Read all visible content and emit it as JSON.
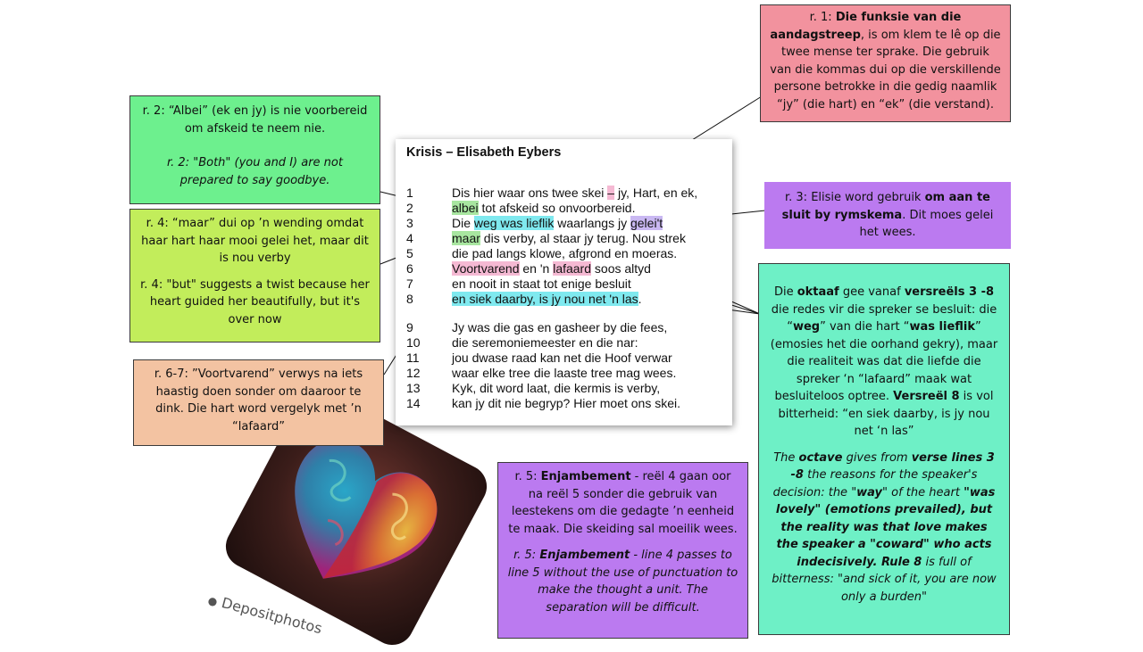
{
  "poem": {
    "title": "Krisis – Elisabeth Eybers",
    "lines": [
      {
        "num": "1",
        "a": "Dis hier waar ons twee skei ",
        "hl": "–",
        "b": " jy, Hart, en ek,"
      },
      {
        "num": "2",
        "a": "",
        "hl": "albei",
        "b": " tot afskeid so onvoorbereid."
      },
      {
        "num": "3",
        "a": "Die ",
        "hl": "weg was lieflik",
        "b": " waarlangs jy ",
        "hl2": "gelei't"
      },
      {
        "num": "4",
        "a": "",
        "hl": "maar",
        "b": " dis verby, al staar jy terug. Nou strek"
      },
      {
        "num": "5",
        "a": "die pad langs klowe, afgrond en moeras.",
        "hl": "",
        "b": ""
      },
      {
        "num": "6",
        "a": "",
        "hl": "Voortvarend",
        "b": " en 'n ",
        "hl2": "lafaard",
        "c": " soos altyd"
      },
      {
        "num": "7",
        "a": "en nooit in staat tot enige besluit",
        "hl": "",
        "b": ""
      },
      {
        "num": "8",
        "a": "",
        "hl": "en siek daarby, is jy nou net 'n las",
        "b": "."
      },
      {
        "num": "9",
        "a": "Jy was die gas en gasheer by die fees,",
        "hl": "",
        "b": ""
      },
      {
        "num": "10",
        "a": "die seremoniemeester en die nar:",
        "hl": "",
        "b": ""
      },
      {
        "num": "11",
        "a": "jou dwase raad kan net die Hoof verwar",
        "hl": "",
        "b": ""
      },
      {
        "num": "12",
        "a": "waar elke tree die laaste tree mag wees.",
        "hl": "",
        "b": ""
      },
      {
        "num": "13",
        "a": "Kyk, dit word laat, die kermis is verby,",
        "hl": "",
        "b": ""
      },
      {
        "num": "14",
        "a": "kan jy dit nie begryp? Hier moet ons skei.",
        "hl": "",
        "b": ""
      }
    ]
  },
  "notes": {
    "pink": {
      "prefix": "r. 1: ",
      "bold": "Die funksie van die aandagstreep",
      "rest": ", is om klem te lê op die twee mense ter sprake. Die gebruik van die kommas dui op die verskillende persone betrokke in die gedig naamlik “jy” (die hart) en “ek” (die verstand)."
    },
    "green1": {
      "af": "r. 2: “Albei” (ek en jy) is nie voorbereid om afskeid te neem nie.",
      "en": "r. 2: \"Both\" (you and I) are not prepared to say goodbye."
    },
    "purple3": {
      "prefix": "r. 3: Elisie word gebruik ",
      "bold": "om aan te sluit by rymskema",
      "rest": ". Dit moes gelei het wees."
    },
    "lime": {
      "af": "r. 4: “maar” dui op ’n wending omdat haar hart haar mooi gelei het, maar dit is nou verby",
      "en": "r. 4: \"but\" suggests a twist because her heart guided her beautifully, but it's over now"
    },
    "orange": {
      "text": "r. 6-7: ”Voortvarend” verwys na iets haastig doen sonder om daaroor te dink. Die hart word vergelyk met ’n “lafaard”"
    },
    "teal": {
      "af1": "Die ",
      "af_oktaaf": "oktaaf",
      "af2": " gee vanaf ",
      "af_vr": "versreëls 3 -8",
      "af3": " die redes vir die spreker se besluit: die “",
      "af_weg": "weg",
      "af4": "” van die hart “",
      "af_lieflik": "was lieflik",
      "af5": "” (emosies het die oorhand gekry), maar die realiteit was dat die liefde die spreker ‘n “lafaard” maak wat besluiteloos optree. ",
      "af_v8": "Versreël 8",
      "af6": " is vol bitterheid: “en siek daarby, is jy nou net ‘n las”",
      "en1": "The ",
      "en_octave": "octave",
      "en2": " gives from ",
      "en_vl": "verse lines 3 -8",
      "en3": " the reasons for the speaker's decision: the \"",
      "en_way": "way",
      "en4": "\" of the heart ",
      "en_bold": "\"was lovely\" (emotions prevailed), but the reality was that love makes the speaker a \"coward\" who acts indecisively. Rule 8",
      "en5": " is full of bitterness: \"and sick of it, you are now only a burden\""
    },
    "purple5": {
      "af_prefix": "r. 5: ",
      "af_bold": "Enjambement",
      "af_rest": " - reël 4 gaan oor na reël 5 sonder die gebruik van leestekens om die gedagte ’n eenheid te maak. Die skeiding sal moeilik wees.",
      "en_prefix": "r. 5: ",
      "en_bold": "Enjambement",
      "en_rest": " - line 4 passes to line 5 without the use of punctuation to make the thought a unit. The separation will be difficult."
    }
  },
  "image": {
    "watermark": "Depositphotos"
  },
  "colors": {
    "pink_note": "#f2929e",
    "green_note": "#6df08e",
    "purple_note": "#bb7af0",
    "lime_note": "#c2ed5b",
    "orange_note": "#f3c3a2",
    "teal_note": "#6ef0c6"
  }
}
